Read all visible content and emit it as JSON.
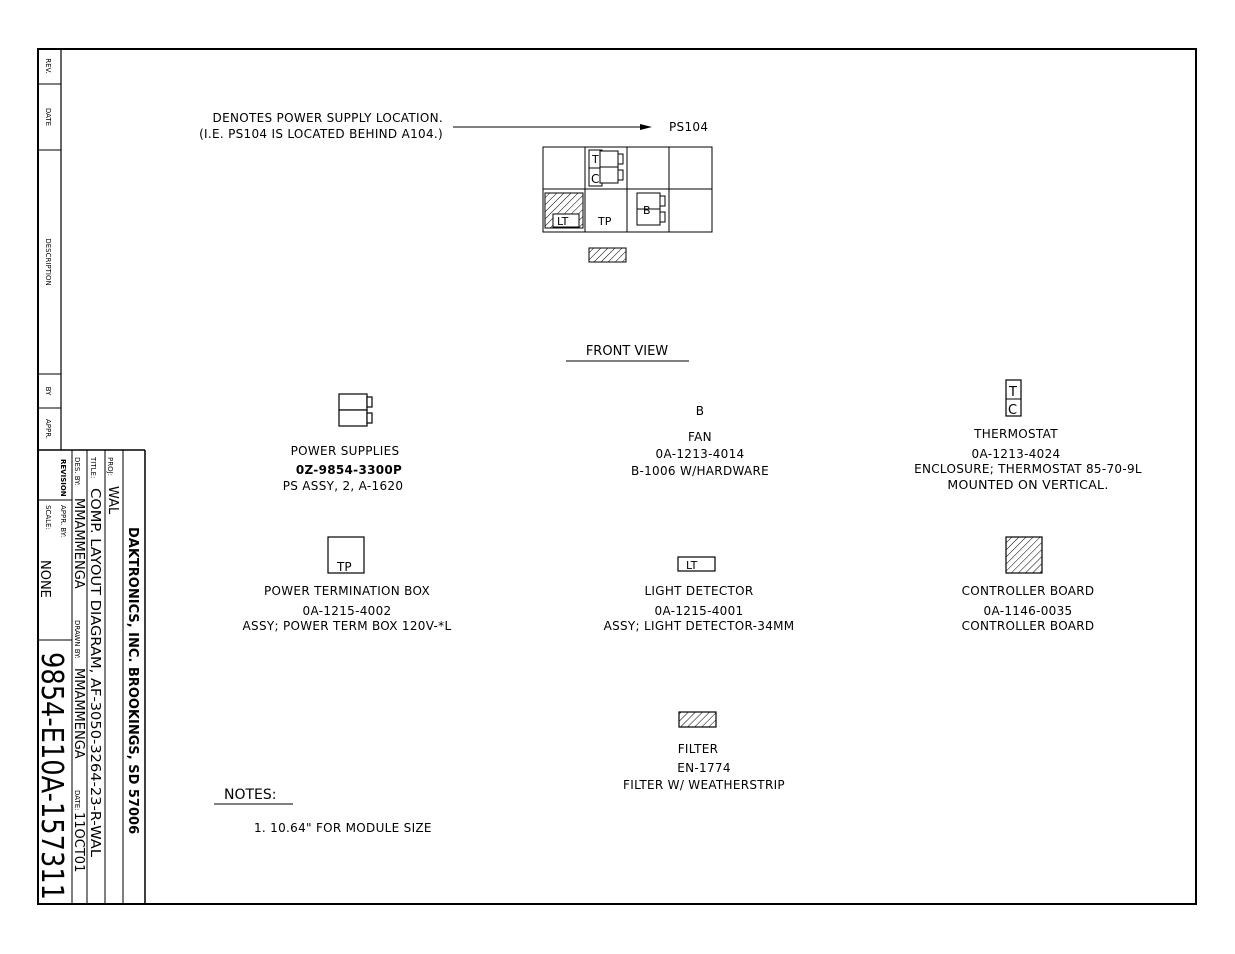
{
  "note": {
    "line1": "DENOTES POWER SUPPLY LOCATION.",
    "line2": "(I.E. PS104 IS LOCATED BEHIND A104.)",
    "target": "PS104"
  },
  "front_view": {
    "title": "FRONT VIEW",
    "cell_labels": {
      "c": "C",
      "lt": "LT",
      "tp": "TP",
      "b": "B",
      "t": "T"
    }
  },
  "legend": {
    "power_supplies": {
      "symbol": "",
      "title": "POWER SUPPLIES",
      "part": "0Z-9854-3300P",
      "desc": "PS ASSY, 2, A-1620"
    },
    "fan": {
      "symbol": "B",
      "title": "FAN",
      "part": "0A-1213-4014",
      "desc": "B-1006 W/HARDWARE"
    },
    "thermostat": {
      "symbol_top": "T",
      "symbol_bottom": "C",
      "title": "THERMOSTAT",
      "part": "0A-1213-4024",
      "desc": "ENCLOSURE; THERMOSTAT 85-70-9L",
      "desc2": "MOUNTED ON VERTICAL."
    },
    "power_termination": {
      "symbol": "TP",
      "title": "POWER TERMINATION BOX",
      "part": "0A-1215-4002",
      "desc": "ASSY; POWER TERM BOX 120V-*L"
    },
    "light_detector": {
      "symbol": "LT",
      "title": "LIGHT DETECTOR",
      "part": "0A-1215-4001",
      "desc": "ASSY; LIGHT DETECTOR-34MM"
    },
    "controller_board": {
      "title": "CONTROLLER BOARD",
      "part": "0A-1146-0035",
      "desc": "CONTROLLER BOARD"
    },
    "filter": {
      "title": "FILTER",
      "part": "EN-1774",
      "desc": "FILTER W/ WEATHERSTRIP"
    }
  },
  "notes": {
    "heading": "NOTES:",
    "item1": "1.   10.64\" FOR MODULE SIZE"
  },
  "revision_block": {
    "rev": "REV.",
    "date": "DATE",
    "description": "DESCRIPTION",
    "by": "BY",
    "appr": "APPR."
  },
  "title_block": {
    "company": "DAKTRONICS, INC. BROOKINGS, SD 57006",
    "proj_label": "PROJ:",
    "proj": "WAL",
    "title_label": "TITLE:",
    "title": "COMP. LAYOUT DIAGRAM, AF-3050-3264-23-R-WAL",
    "des_label": "DES. BY:",
    "des": "MMAMMENGA",
    "drawn_label": "DRAWN BY:",
    "drawn": "MMAMMENGA",
    "date_label": "DATE:",
    "date": "11OCT01",
    "revision_label": "REVISION",
    "appr_label": "APPR. BY:",
    "scale_label": "SCALE:",
    "scale": "NONE",
    "drawing_number": "9854-E10A-157311"
  }
}
